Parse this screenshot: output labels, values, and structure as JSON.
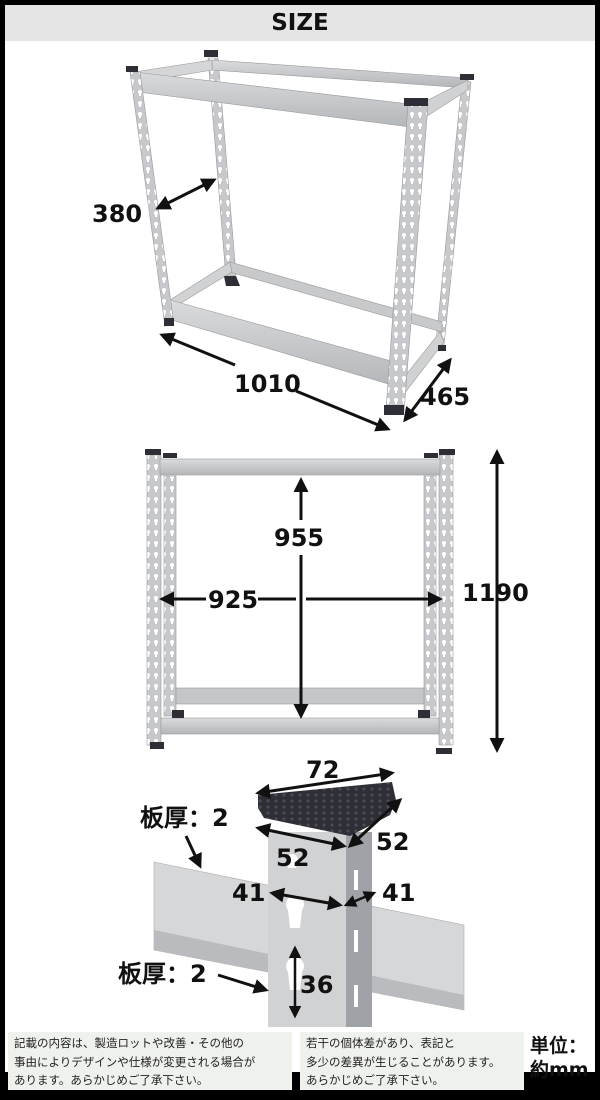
{
  "header": {
    "title": "SIZE"
  },
  "diagram_perspective": {
    "depth_label": "380",
    "width_label": "1010",
    "side_depth_label": "465"
  },
  "diagram_front": {
    "inner_height_label": "955",
    "inner_width_label": "925",
    "total_height_label": "1190"
  },
  "diagram_detail": {
    "foot_width_label": "72",
    "foot_depth_front_label": "52",
    "foot_depth_side_label": "52",
    "post_width_label": "41",
    "post_side_label": "41",
    "hole_pitch_label": "36",
    "beam_thickness_label": "板厚：2",
    "post_thickness_label": "板厚：2"
  },
  "footer": {
    "note_left": "記載の内容は、製造ロットや改善・その他の\n事由によりデザインや仕様が変更される場合が\nあります。あらかじめご了承下さい。",
    "note_right": "若干の個体差があり、表記と\n多少の差異が生じることがあります。\nあらかじめご了承下さい。",
    "unit": "単位：\n約mm"
  },
  "colors": {
    "frame_bg": "#000000",
    "header_bg": "#e5e5e5",
    "note_bg": "#eef1ec",
    "steel": "#c9cbce",
    "steel_dark": "#9a9da1",
    "rubber": "#2e2f36"
  }
}
